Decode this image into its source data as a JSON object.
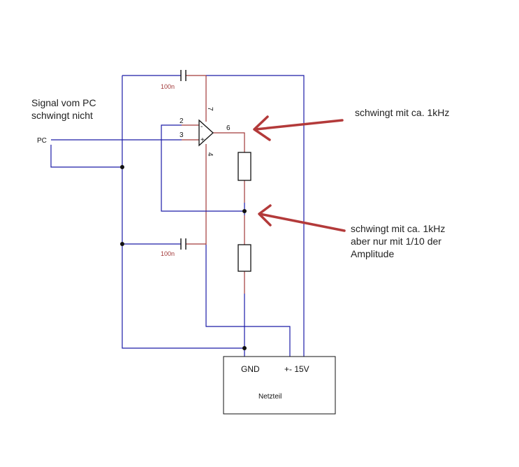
{
  "colors": {
    "wire_blue": "#1c1ca8",
    "wire_red": "#a23a3a",
    "arrow": "#b33a3a",
    "component": "#111111"
  },
  "labels": {
    "signal_line1": "Signal vom PC",
    "signal_line2": "schwingt nicht",
    "pc": "PC",
    "output_note": "schwingt mit ca. 1kHz",
    "mid_note_line1": "schwingt mit ca. 1kHz",
    "mid_note_line2": "aber nur mit 1/10 der",
    "mid_note_line3": "Amplitude"
  },
  "capacitors": [
    {
      "value": "100n"
    },
    {
      "value": "100n"
    }
  ],
  "opamp": {
    "pins": {
      "inverting": "2",
      "noninverting": "3",
      "output": "6",
      "vplus": "7",
      "vminus": "4"
    },
    "signs": {
      "inverting": "-",
      "noninverting": "+"
    }
  },
  "power_supply": {
    "name": "Netzteil",
    "gnd": "GND",
    "vcc": "+- 15V"
  }
}
